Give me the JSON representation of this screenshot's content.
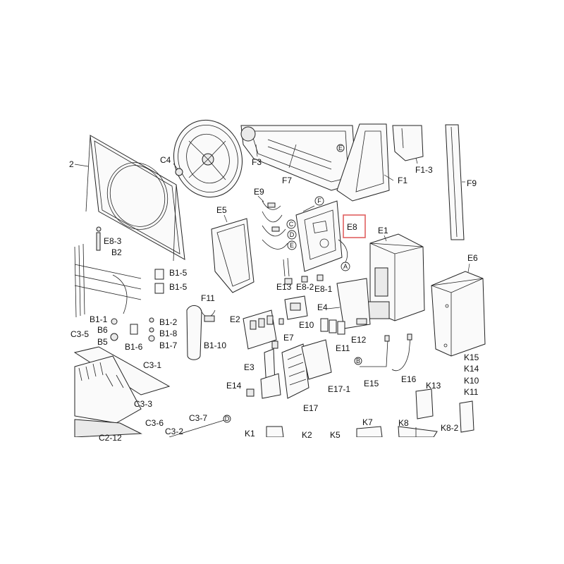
{
  "diagram": {
    "highlighted_part": "E8",
    "highlight_color": "#e06060",
    "part_labels": [
      "C4",
      "F3",
      "F7",
      "F1",
      "F1-3",
      "F9",
      "2",
      "E8-3",
      "B2",
      "B1-5",
      "B1-5",
      "E5",
      "E9",
      "E8",
      "E1",
      "E6",
      "E13",
      "E8-2",
      "E8-1",
      "F11",
      "E4",
      "B1-1",
      "B6",
      "B5",
      "B1-6",
      "B1-2",
      "B1-8",
      "B1-7",
      "B1-10",
      "E2",
      "E10",
      "E7",
      "E11",
      "E12",
      "E3",
      "E14",
      "E17",
      "E17-1",
      "E15",
      "E16",
      "C3-5",
      "C3-1",
      "C3-3",
      "C3-6",
      "C3-2",
      "C2-12",
      "C3-7",
      "K1",
      "K2",
      "K5",
      "K7",
      "K8",
      "K8-2",
      "K13",
      "K15",
      "K14",
      "K10",
      "K11"
    ],
    "connector_callouts": [
      "F",
      "C",
      "D",
      "E",
      "A",
      "B",
      "D",
      "E"
    ]
  }
}
